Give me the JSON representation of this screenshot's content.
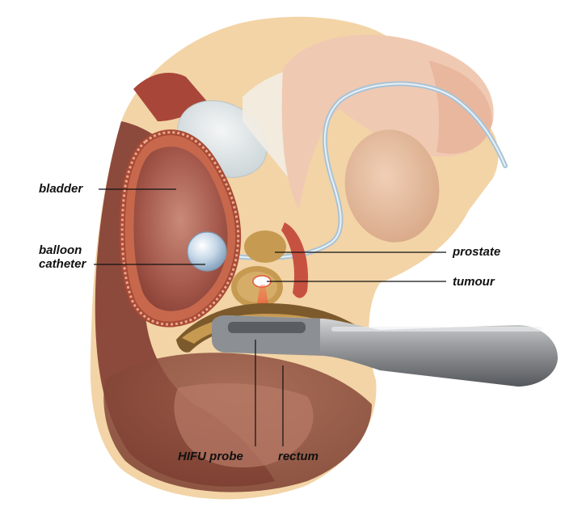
{
  "diagram": {
    "labels": {
      "bladder": "bladder",
      "balloon_line1": "balloon",
      "balloon_line2": "catheter",
      "prostate": "prostate",
      "tumour": "tumour",
      "hifu_probe": "HIFU probe",
      "rectum": "rectum"
    }
  }
}
